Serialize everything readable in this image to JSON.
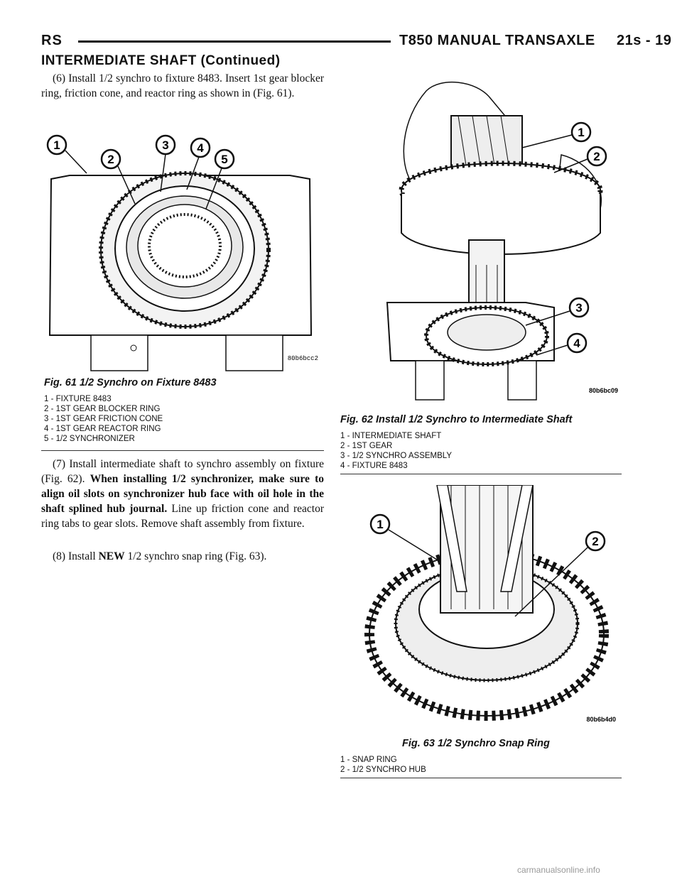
{
  "header": {
    "left": "RS",
    "right": "T850 MANUAL TRANSAXLE     21s - 19"
  },
  "section_title": "INTERMEDIATE SHAFT (Continued)",
  "steps": {
    "s6": "(6) Install 1/2 synchro to fixture 8483. Insert 1st gear blocker ring, friction cone, and reactor ring as shown in (Fig. 61).",
    "s7_a": "(7) Install intermediate shaft to synchro assembly on fixture (Fig. 62).",
    "s7_bold": "When installing 1/2 synchronizer, make sure to align oil slots on synchronizer hub face with oil hole in the shaft splined hub journal.",
    "s7_b": "Line up friction cone and reactor ring tabs to gear slots. Remove shaft assembly from fixture.",
    "s8_a": "(8) Install",
    "s8_bold": "NEW",
    "s8_b": "1/2 synchro snap ring (Fig. 63)."
  },
  "fig61": {
    "title": "Fig. 61 1/2 Synchro on Fixture 8483",
    "code": "80b6bcc2",
    "callouts": [
      "1",
      "2",
      "3",
      "4",
      "5"
    ],
    "legend": [
      "1 - FIXTURE 8483",
      "2 - 1ST GEAR BLOCKER RING",
      "3 - 1ST GEAR FRICTION CONE",
      "4 - 1ST GEAR REACTOR RING",
      "5 - 1/2 SYNCHRONIZER"
    ]
  },
  "fig62": {
    "title": "Fig. 62 Install 1/2 Synchro to Intermediate Shaft",
    "code": "80b6bc09",
    "callouts": [
      "1",
      "2",
      "3",
      "4"
    ],
    "legend": [
      "1 - INTERMEDIATE SHAFT",
      "2 - 1ST GEAR",
      "3 - 1/2 SYNCHRO ASSEMBLY",
      "4 - FIXTURE 8483"
    ]
  },
  "fig63": {
    "title": "Fig. 63 1/2 Synchro Snap Ring",
    "code": "80b6b4d0",
    "callouts": [
      "1",
      "2"
    ],
    "legend": [
      "1 - SNAP RING",
      "2 - 1/2 SYNCHRO HUB"
    ]
  },
  "footer": "carmanualsonline.info"
}
